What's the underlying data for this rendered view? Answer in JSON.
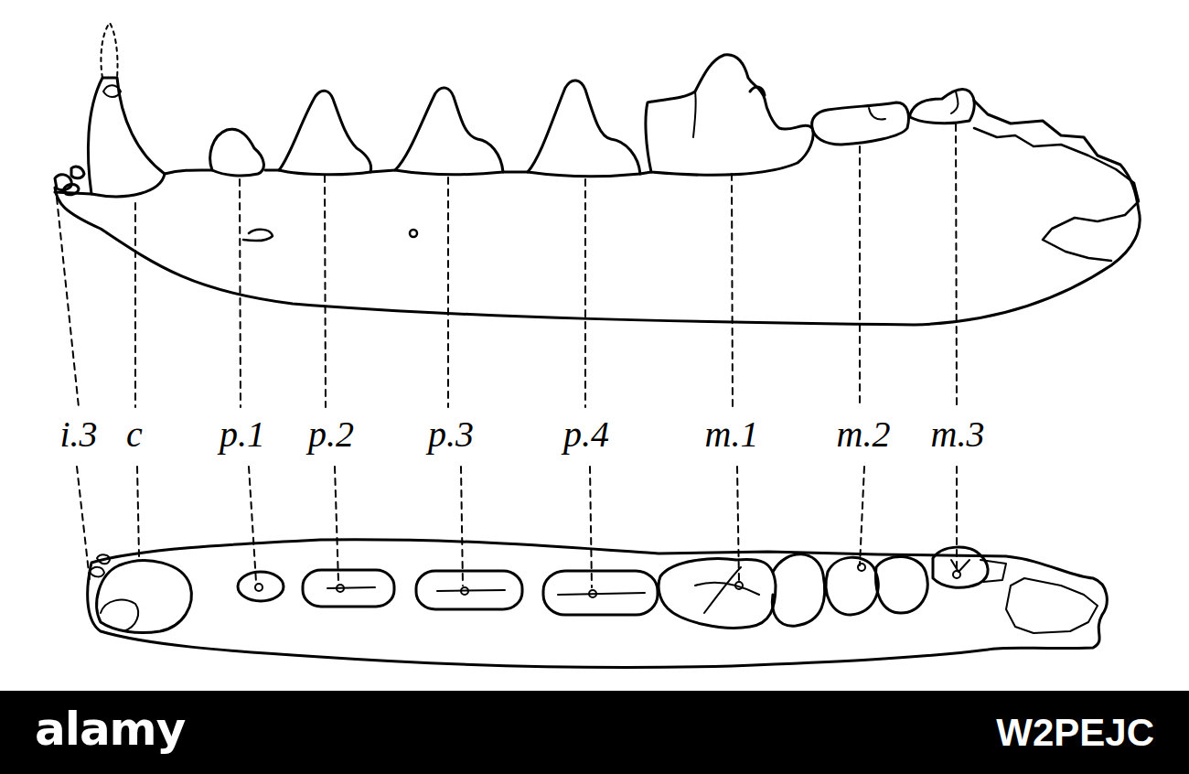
{
  "diagram": {
    "labels": [
      "i.3",
      "c",
      "p.1",
      "p.2",
      "p.3",
      "p.4",
      "m.1",
      "m.2",
      "m.3",
      "alamy",
      "W2PEJC"
    ]
  }
}
